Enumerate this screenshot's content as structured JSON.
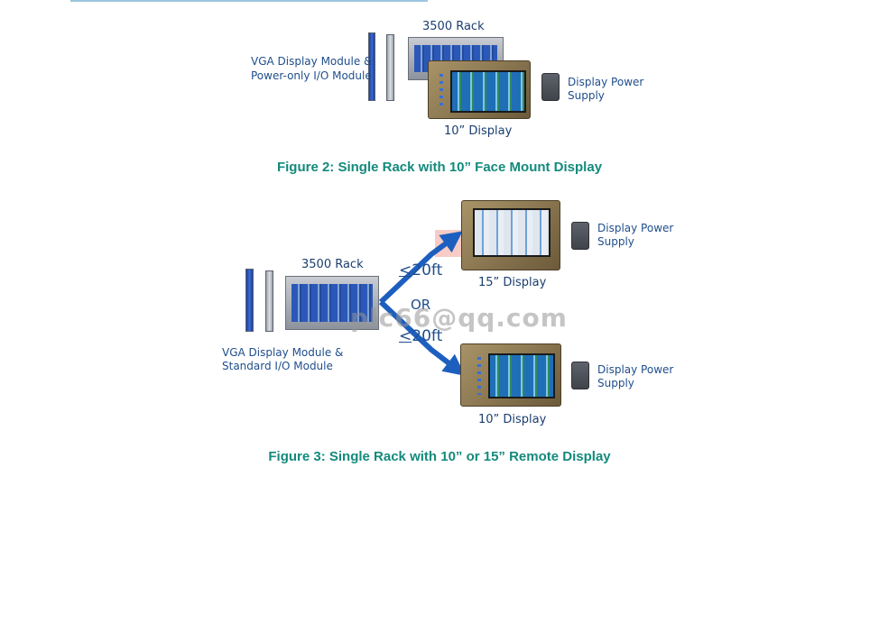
{
  "figure2": {
    "rack_label": "3500 Rack",
    "module_label": [
      "VGA Display Module &",
      "Power-only I/O Module"
    ],
    "display_label": "10” Display",
    "psu_label": [
      "Display Power",
      "Supply"
    ],
    "caption": "Figure 2:  Single Rack with 10” Face Mount Display"
  },
  "figure3": {
    "rack_label": "3500 Rack",
    "module_label": [
      "VGA Display Module &",
      "Standard I/O Module"
    ],
    "distance_top": {
      "symbol": "<",
      "value": "20ft"
    },
    "or_label": "OR",
    "distance_bottom": {
      "symbol": "<",
      "value": "20ft"
    },
    "display15_label": "15” Display",
    "display10_label": "10” Display",
    "psu_top_label": [
      "Display Power",
      "Supply"
    ],
    "psu_bottom_label": [
      "Display Power",
      "Supply"
    ],
    "caption": "Figure 3:  Single Rack with 10” or 15” Remote Display"
  },
  "watermark": "plc66@qq.com",
  "colors": {
    "caption": "#138a7c",
    "label": "#1f4e8c",
    "arrow": "#1d5fbf"
  }
}
